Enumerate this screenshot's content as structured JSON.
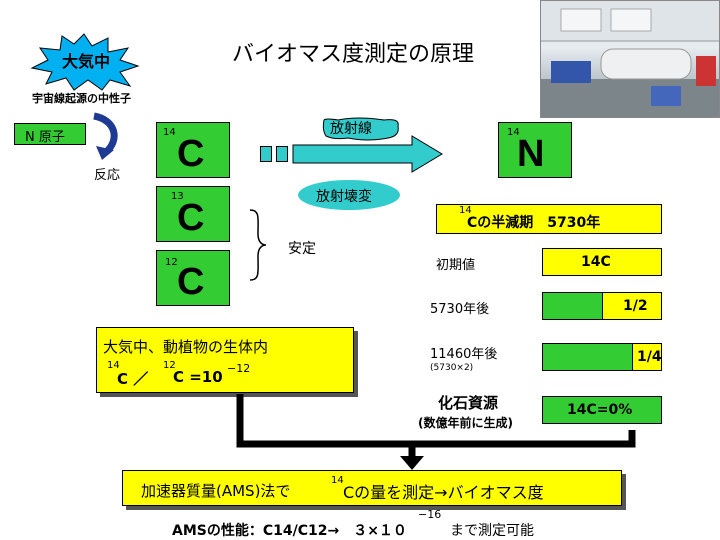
{
  "title": "バイオマス度測定の原理",
  "burst": {
    "label": "大気中",
    "caption": "宇宙線起源の中性子"
  },
  "n_atom": {
    "label": "N 原子",
    "reaction": "反応"
  },
  "c14": {
    "mass": "14",
    "symbol": "C"
  },
  "c13": {
    "mass": "13",
    "symbol": "C"
  },
  "c12": {
    "mass": "12",
    "symbol": "C"
  },
  "stable": "安定",
  "radiation": "放射線",
  "decay": "放射壊変",
  "n14": {
    "mass": "14",
    "symbol": "N"
  },
  "halflife": {
    "mass": "14",
    "text": "Cの半減期　5730年"
  },
  "bars": [
    {
      "label": "初期値",
      "sub": "",
      "value": "14C",
      "fraction": 1.0
    },
    {
      "label": "5730年後",
      "sub": "",
      "value": "1/2",
      "fraction": 0.5
    },
    {
      "label": "11460年後",
      "sub": "(5730×2)",
      "value": "1/4",
      "fraction": 0.25
    },
    {
      "label": "化石資源",
      "sub": "(数億年前に生成)",
      "value": "14C=0%",
      "fraction": 0.0
    }
  ],
  "atmos_box": {
    "line1": "大気中、動植物の生体内",
    "ratio_a": "14",
    "ratio_b": "C ／",
    "ratio_c": "12",
    "ratio_d": "C =10",
    "exp": "−12"
  },
  "ams_box": {
    "text_a": "加速器質量(AMS)法で",
    "mass": "14",
    "text_b": "Cの量を測定→バイオマス度"
  },
  "performance": {
    "text": "AMSの性能：C14/C12→　３×１０",
    "exp": "−16",
    "tail": "まで測定可能"
  },
  "colors": {
    "green": "#33cc33",
    "yellow": "#ffff00",
    "arrow": "#33cccc"
  }
}
